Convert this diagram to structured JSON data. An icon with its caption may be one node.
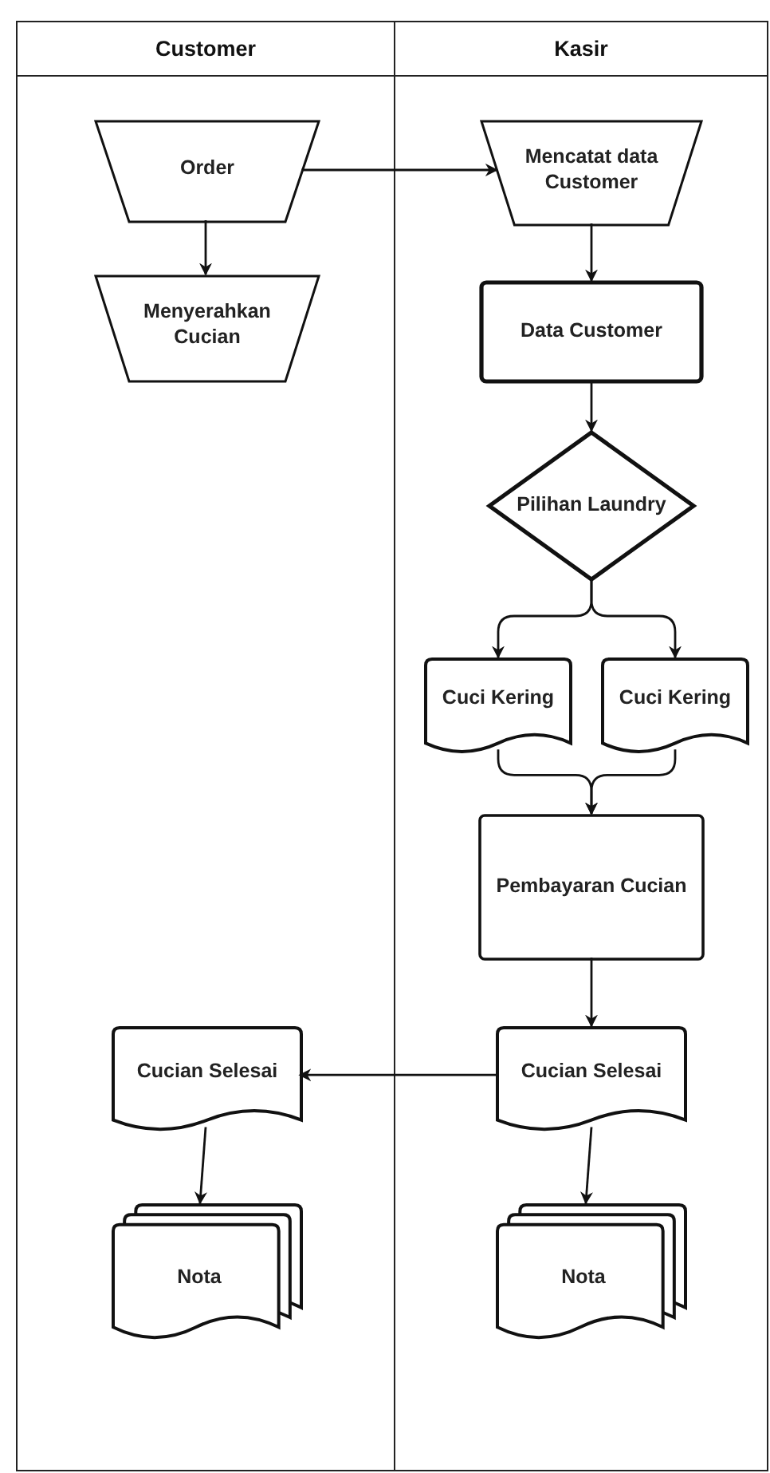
{
  "diagram": {
    "nodes": [
      {
        "text": [
          "Customer"
        ]
      },
      {
        "text": [
          "Kasir"
        ]
      },
      {
        "text": [
          "Order"
        ],
        "in": 0
      },
      {
        "text": [
          "Menyerahkan Cucian"
        ],
        "in": 0
      },
      {
        "text": [
          "Mencatat data Customer"
        ],
        "in": 1
      },
      {
        "text": [
          "Data Customer"
        ],
        "in": 1
      },
      {
        "text": [
          "Pilihan Laundry"
        ],
        "in": 1
      },
      {
        "text": [
          "Cuci Kering"
        ],
        "in": 1
      },
      {
        "text": [
          "Cuci Kering"
        ],
        "in": 1
      },
      {
        "text": [
          "Pembayaran Cucian"
        ],
        "in": 1
      },
      {
        "text": [
          "Cucian Selesai"
        ],
        "in": 0
      },
      {
        "text": [
          "Cucian Selesai"
        ],
        "in": 1
      },
      {
        "text": [
          "Nota"
        ],
        "in": 0
      },
      {
        "text": [
          "Nota"
        ],
        "in": 1
      }
    ],
    "edges": [
      {
        "from": 2,
        "to": 4,
        "arrow": "to"
      },
      {
        "from": 2,
        "to": 3,
        "arrow": "to"
      },
      {
        "from": 4,
        "to": 5,
        "arrow": "to"
      },
      {
        "from": 5,
        "to": 6,
        "arrow": "to"
      },
      {
        "from": 6,
        "to": 7,
        "arrow": "to"
      },
      {
        "from": 6,
        "to": 8,
        "arrow": "to"
      },
      {
        "from": 7,
        "to": 9,
        "arrow": "to"
      },
      {
        "from": 8,
        "to": 9,
        "arrow": "to"
      },
      {
        "from": 9,
        "to": 11,
        "arrow": "to"
      },
      {
        "from": 11,
        "to": 10,
        "arrow": "to"
      },
      {
        "from": 10,
        "to": 12,
        "arrow": "to"
      },
      {
        "from": 11,
        "to": 13,
        "arrow": "to"
      }
    ]
  }
}
